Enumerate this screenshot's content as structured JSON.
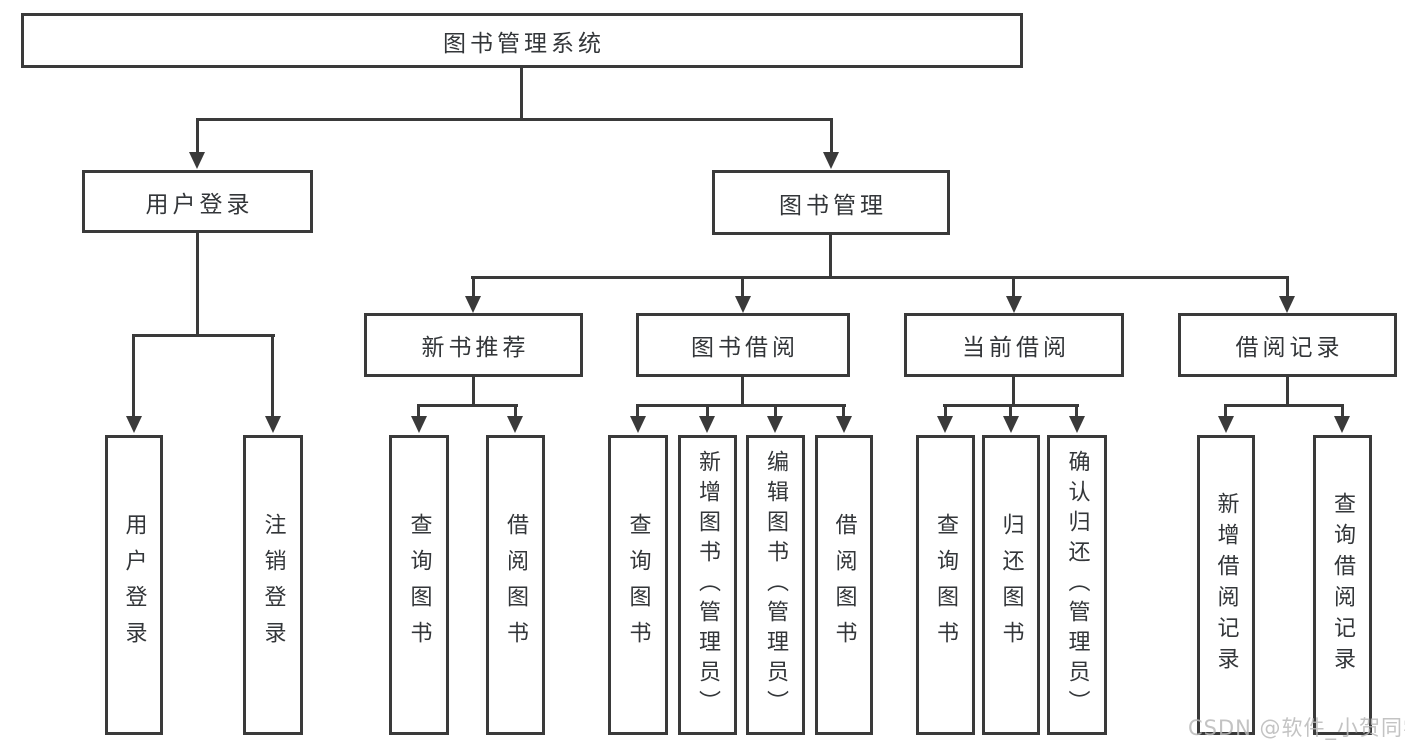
{
  "diagram": {
    "root": {
      "label": "图书管理系统"
    },
    "user_login": {
      "label": "用户登录",
      "children": {
        "login": "用户登录",
        "logout": "注销登录"
      }
    },
    "book_management": {
      "label": "图书管理",
      "sections": {
        "new_book": {
          "label": "新书推荐",
          "children": {
            "query": "查询图书",
            "borrow": "借阅图书"
          }
        },
        "book_borrow": {
          "label": "图书借阅",
          "children": {
            "query": "查询图书",
            "add": "新增图书（管理员）",
            "edit": "编辑图书（管理员）",
            "lend": "借阅图书"
          }
        },
        "current_borrow": {
          "label": "当前借阅",
          "children": {
            "query": "查询图书",
            "return_book": "归还图书",
            "confirm": "确认归还（管理员）"
          }
        },
        "borrow_record": {
          "label": "借阅记录",
          "children": {
            "add": "新增借阅记录",
            "query": "查询借阅记录"
          }
        }
      }
    }
  },
  "watermark": {
    "text": "CSDN @软件_小贺同学"
  },
  "colors": {
    "line": "#3a3a3a",
    "text": "#333639",
    "watermark": "#b9b9b9"
  }
}
